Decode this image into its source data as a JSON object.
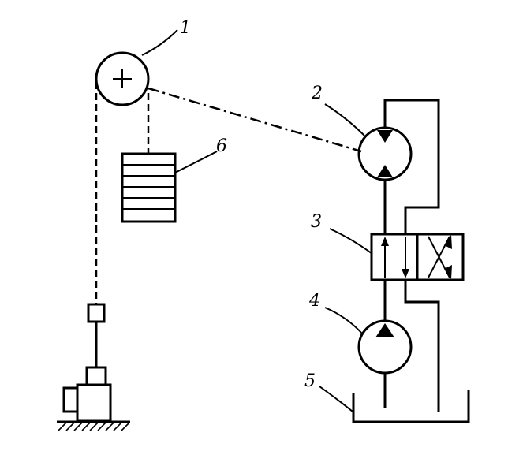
{
  "labels": {
    "pulley": "1",
    "hydraulic_motor": "2",
    "directional_valve": "3",
    "pump": "4",
    "tank": "5",
    "load": "6"
  }
}
